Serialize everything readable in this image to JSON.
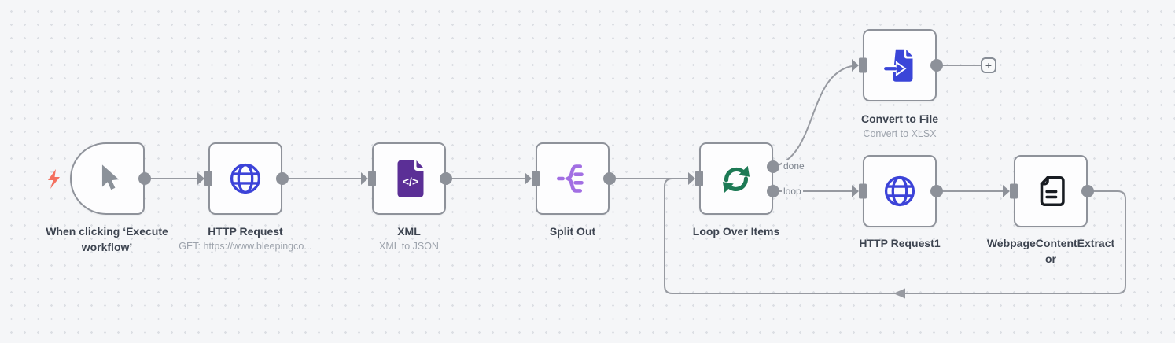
{
  "nodes": [
    {
      "id": "when-clicking-execute-workflow",
      "label": "When clicking ‘Execute workflow’",
      "icon": "cursor-icon"
    },
    {
      "id": "http-request",
      "label": "HTTP Request",
      "subtitle": "GET: https://www.bleepingco...",
      "icon": "globe-icon"
    },
    {
      "id": "xml",
      "label": "XML",
      "subtitle": "XML to JSON",
      "icon": "xml-file-icon"
    },
    {
      "id": "split-out",
      "label": "Split Out",
      "icon": "split-icon"
    },
    {
      "id": "loop-over-items",
      "label": "Loop Over Items",
      "icon": "sync-icon",
      "outputs": {
        "done": "done",
        "loop": "loop"
      }
    },
    {
      "id": "convert-to-file",
      "label": "Convert to File",
      "subtitle": "Convert to XLSX",
      "icon": "file-import-icon"
    },
    {
      "id": "http-request1",
      "label": "HTTP Request1",
      "icon": "globe-icon"
    },
    {
      "id": "webpage-content-extractor",
      "label": "WebpageContentExtractor",
      "icon": "document-icon"
    }
  ],
  "ui": {
    "add_node_label": "+"
  },
  "icons": {
    "xml_glyph": "</>"
  },
  "colors": {
    "canvas_bg": "#f5f6f8",
    "node_border": "#8e929a",
    "wire": "#979aa1",
    "trigger_bolt": "#f4705f",
    "globe_blue": "#3c43d8",
    "xml_purple": "#5b2f96",
    "split_purple": "#a26fe3",
    "loop_green": "#1d7a55",
    "convert_blue": "#3a45d8",
    "document_black": "#181c22"
  }
}
